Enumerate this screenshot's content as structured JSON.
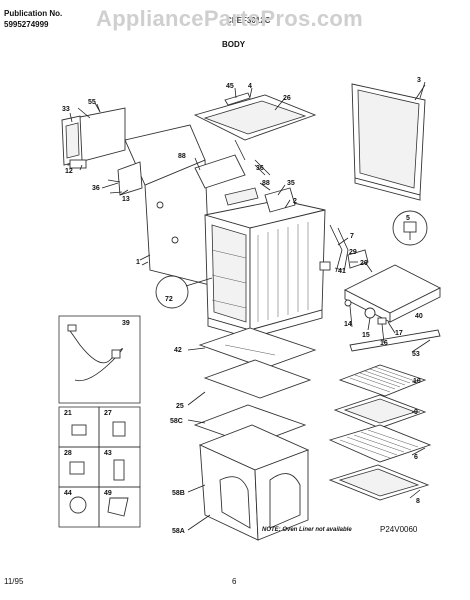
{
  "header": {
    "pub_label": "Publication No.",
    "pub_number": "5995274999",
    "model": "CFEF3012C",
    "watermark": "AppliancePartsPros.com",
    "section_title": "BODY"
  },
  "parts": {
    "p3": "3",
    "p45": "45",
    "p4": "4",
    "p26": "26",
    "p33": "33",
    "p55": "55",
    "p12": "12",
    "p36a": "36",
    "p13": "13",
    "p88a": "88",
    "p36b": "36",
    "p88b": "88",
    "p35": "35",
    "p2": "2",
    "p5": "5",
    "p7": "7",
    "p29": "29",
    "p20": "20",
    "p1": "1",
    "p41": "41",
    "p72": "72",
    "p40": "40",
    "p14": "14",
    "p15": "15",
    "p16": "16",
    "p17": "17",
    "p53": "53",
    "p39": "39",
    "p42": "42",
    "p10": "10",
    "p25": "25",
    "p9": "9",
    "p58c": "58C",
    "p21": "21",
    "p27": "27",
    "p6": "6",
    "p28": "28",
    "p43": "43",
    "p58b": "58B",
    "p44": "44",
    "p49": "49",
    "p8": "8",
    "p58a": "58A"
  },
  "footer": {
    "note": "NOTE: Oven Liner not available",
    "diagram_code": "P24V0060",
    "date": "11/95",
    "page": "6"
  }
}
